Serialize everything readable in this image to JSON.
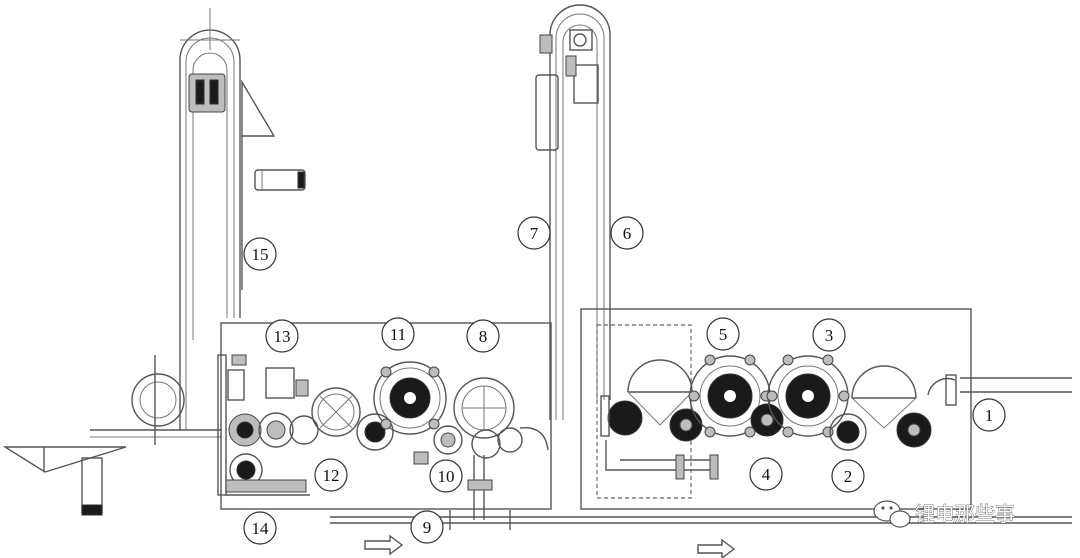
{
  "labels": [
    "1",
    "2",
    "3",
    "4",
    "5",
    "6",
    "7",
    "8",
    "9",
    "10",
    "11",
    "12",
    "13",
    "14",
    "15"
  ],
  "watermark": "锂电那些事"
}
